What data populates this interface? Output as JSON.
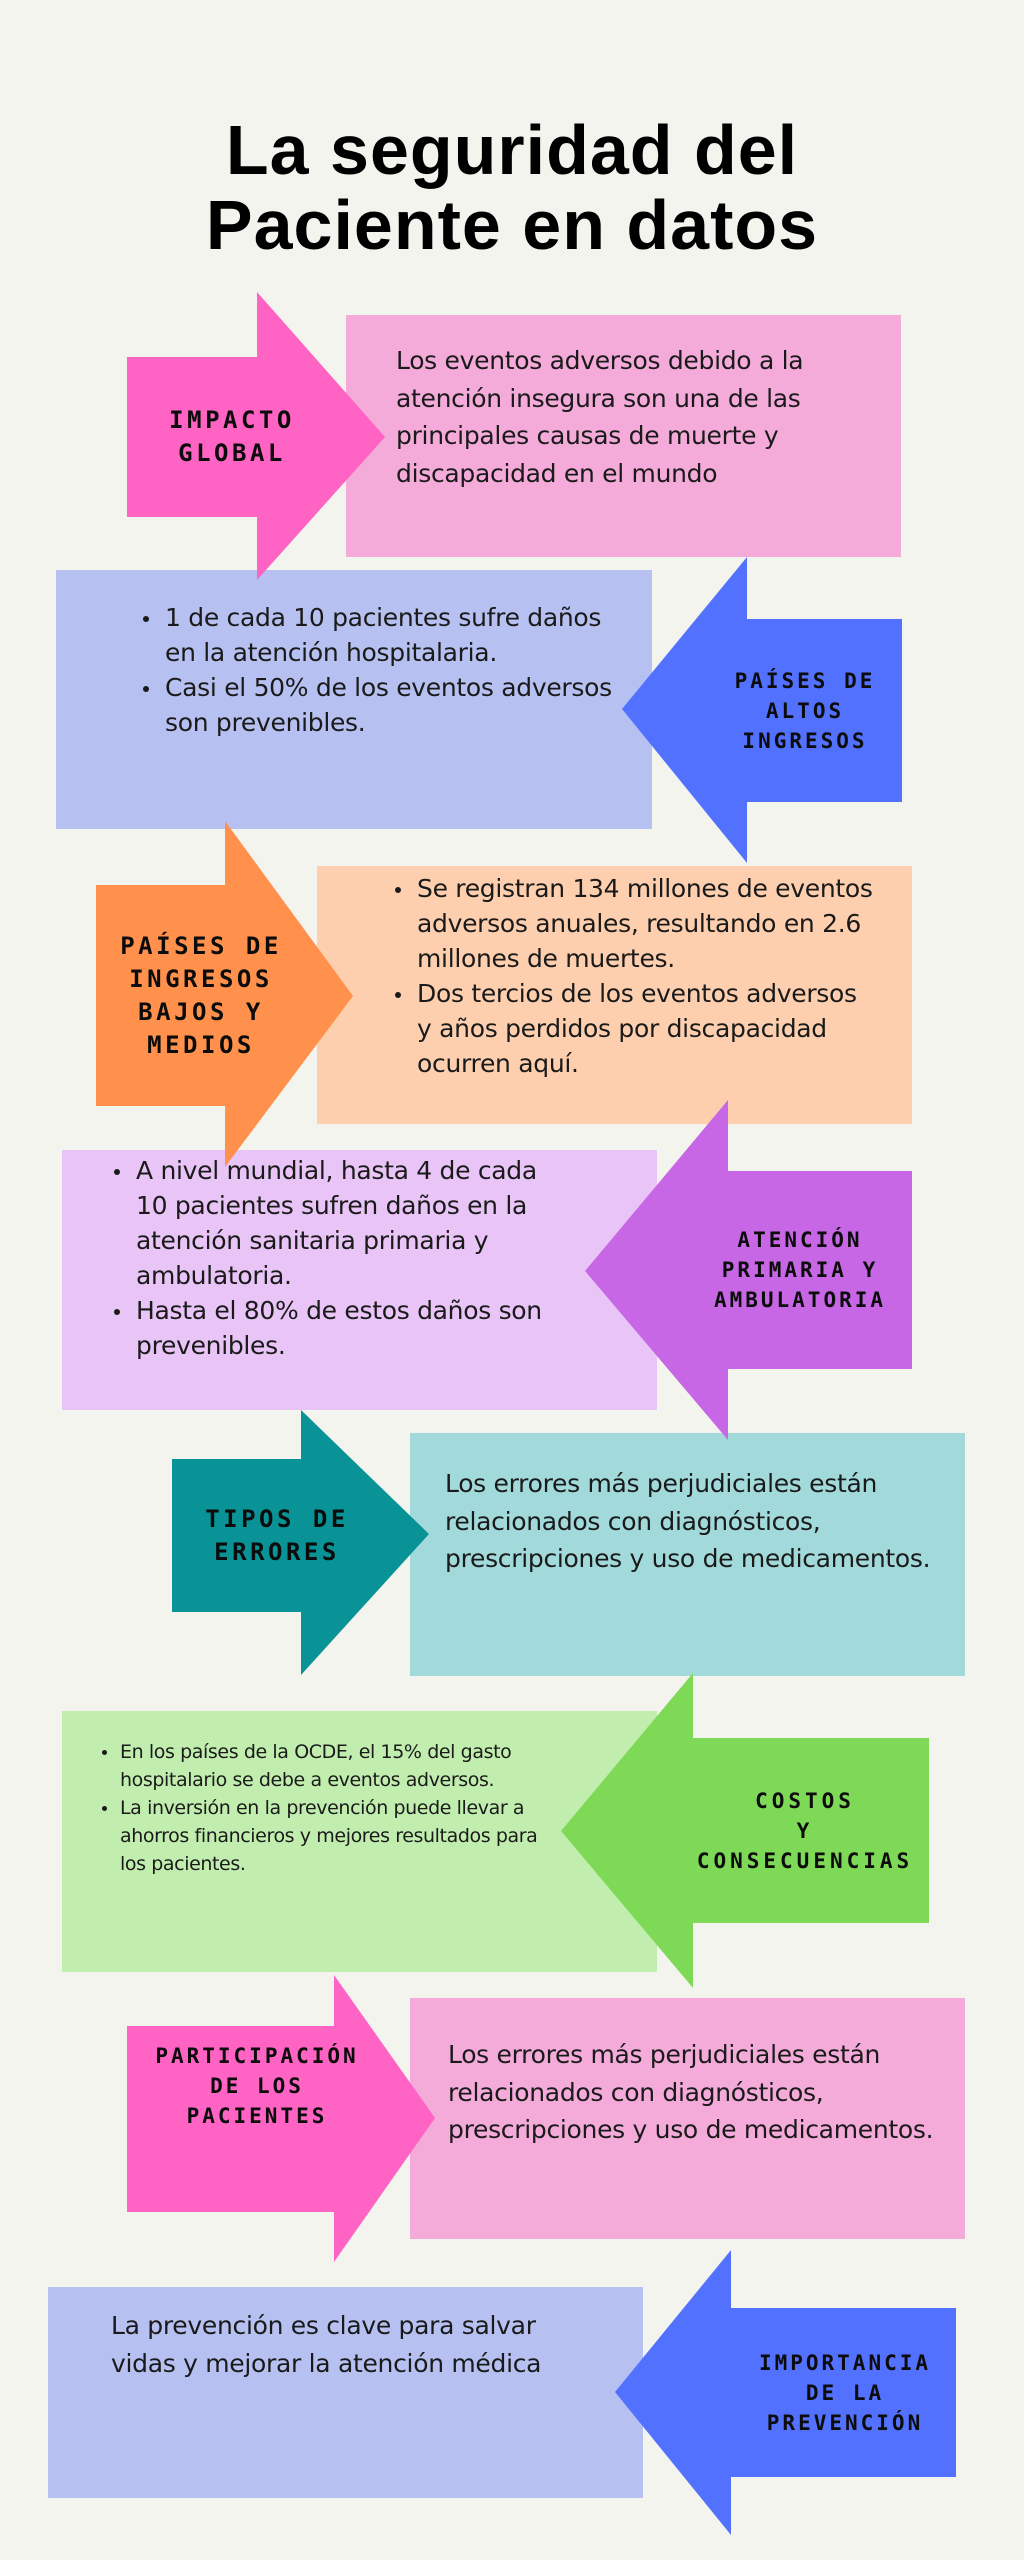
{
  "title": {
    "line1": "La seguridad del",
    "line2": "Paciente en datos"
  },
  "colors": {
    "background": "#f4f4ef",
    "pink_arrow": "#ff63c3",
    "pink_box": "#f4abd9",
    "blue_arrow": "#5271ff",
    "blue_box": "#b6c1f1",
    "orange_arrow": "#ff914d",
    "orange_box": "#fdcfae",
    "purple_arrow": "#c767e5",
    "purple_box": "#e9c4f6",
    "teal_arrow": "#0a9396",
    "teal_box": "#a2dadb",
    "green_arrow": "#7ed957",
    "green_box": "#c1eeae"
  },
  "sections": [
    {
      "label_lines": [
        "IMPACTO",
        "GLOBAL"
      ],
      "text": "Los eventos adversos debido a la atención insegura son una de las principales causas de muerte y discapacidad en el mundo"
    },
    {
      "label_lines": [
        "PAÍSES DE",
        "ALTOS",
        "INGRESOS"
      ],
      "bullets": [
        "1 de cada 10 pacientes sufre daños en la atención hospitalaria.",
        "Casi el 50% de los eventos adversos son prevenibles."
      ]
    },
    {
      "label_lines": [
        "PAÍSES DE",
        "INGRESOS",
        "BAJOS Y",
        "MEDIOS"
      ],
      "bullets": [
        "Se registran 134 millones de eventos adversos anuales, resultando en 2.6 millones de muertes.",
        "Dos tercios de los eventos adversos y años perdidos por discapacidad ocurren aquí."
      ]
    },
    {
      "label_lines": [
        "ATENCIÓN",
        "PRIMARIA Y",
        "AMBULATORIA"
      ],
      "bullets": [
        "A nivel mundial, hasta 4 de cada 10 pacientes sufren daños en la atención sanitaria primaria y ambulatoria.",
        "Hasta el 80% de estos daños son prevenibles."
      ]
    },
    {
      "label_lines": [
        "TIPOS DE",
        "ERRORES"
      ],
      "text": "Los errores más perjudiciales están relacionados con diagnósticos, prescripciones y uso de medicamentos."
    },
    {
      "label_lines": [
        "COSTOS",
        "Y",
        "CONSECUENCIAS"
      ],
      "bullets": [
        "En los países de la OCDE, el 15% del gasto hospitalario se debe a eventos adversos.",
        "La inversión en la prevención puede llevar a ahorros financieros y mejores resultados para los pacientes."
      ]
    },
    {
      "label_lines": [
        "PARTICIPACIÓN",
        "DE LOS",
        "PACIENTES"
      ],
      "text": "Los errores más perjudiciales están relacionados con diagnósticos, prescripciones y uso de medicamentos."
    },
    {
      "label_lines": [
        "IMPORTANCIA",
        "DE LA",
        "PREVENCIÓN"
      ],
      "text": "La prevención es clave para salvar vidas y mejorar la atención médica"
    }
  ]
}
